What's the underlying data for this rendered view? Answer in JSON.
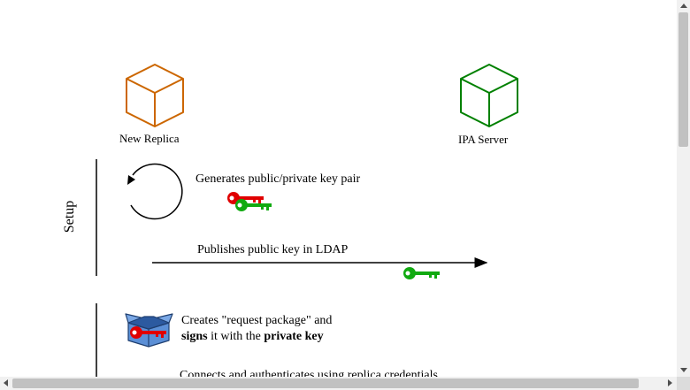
{
  "actors": {
    "replica_label": "New Replica",
    "server_label": "IPA Server"
  },
  "phase": {
    "setup_label": "Setup"
  },
  "steps": {
    "generate_keys": "Generates public/private key pair",
    "publish_key": "Publishes public key in LDAP",
    "request_pkg_line1": "Creates \"request package\" and",
    "request_pkg_line2_a": "signs",
    "request_pkg_line2_b": " it with the ",
    "request_pkg_line2_c": "private key",
    "connects": "Connects and authenticates using replica credentials"
  },
  "colors": {
    "replica": "#cc6600",
    "server": "#008000",
    "private_key": "#e00000",
    "public_key": "#11aa11",
    "box": "#5b8fd6"
  }
}
